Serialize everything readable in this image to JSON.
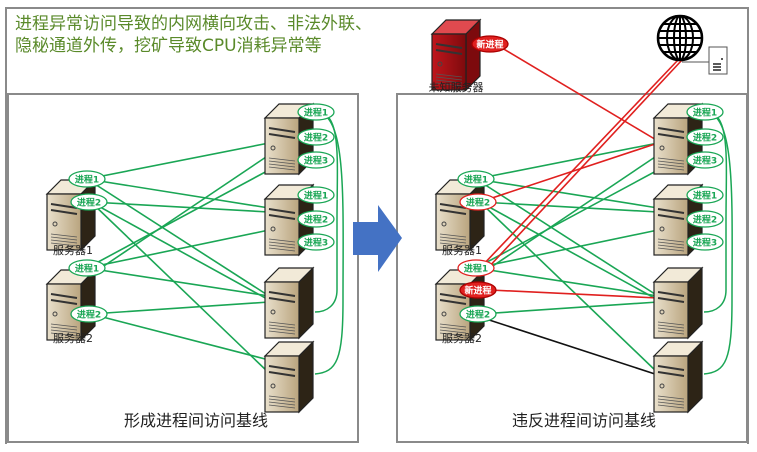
{
  "title": "进程异常访问导致的内网横向攻击、非法外联、隐秘通道外传，挖矿导致CPU消耗异常等",
  "left_panel": {
    "caption": "形成进程间访问基线",
    "servers": [
      {
        "label": "服务器1",
        "processes": [
          "进程1",
          "进程2"
        ]
      },
      {
        "label": "服务器2",
        "processes": [
          "进程1",
          "进程2"
        ]
      }
    ],
    "targets": [
      {
        "processes": [
          "进程1",
          "进程2",
          "进程3"
        ]
      },
      {
        "processes": [
          "进程1",
          "进程2",
          "进程3"
        ]
      },
      {
        "processes": []
      },
      {
        "processes": []
      }
    ]
  },
  "right_panel": {
    "caption": "违反进程间访问基线",
    "unknown_server": {
      "label": "未知服务器",
      "badge": "新进程"
    },
    "internet_icon": "globe-icon",
    "servers": [
      {
        "label": "服务器1",
        "processes": [
          "进程1",
          "进程2"
        ]
      },
      {
        "label": "服务器2",
        "processes": [
          "进程1",
          "新进程",
          "进程2"
        ]
      }
    ],
    "targets": [
      {
        "processes": [
          "进程1",
          "进程2",
          "进程3"
        ]
      },
      {
        "processes": [
          "进程1",
          "进程2",
          "进程3"
        ]
      },
      {
        "processes": []
      },
      {
        "processes": []
      }
    ]
  },
  "arrow_icon": "right-arrow-icon",
  "colors": {
    "baseline": "#1aa655",
    "violation": "#e0201f",
    "anomaly_line": "#111111",
    "arrow": "#4472c4",
    "title": "#5a8a2a"
  }
}
